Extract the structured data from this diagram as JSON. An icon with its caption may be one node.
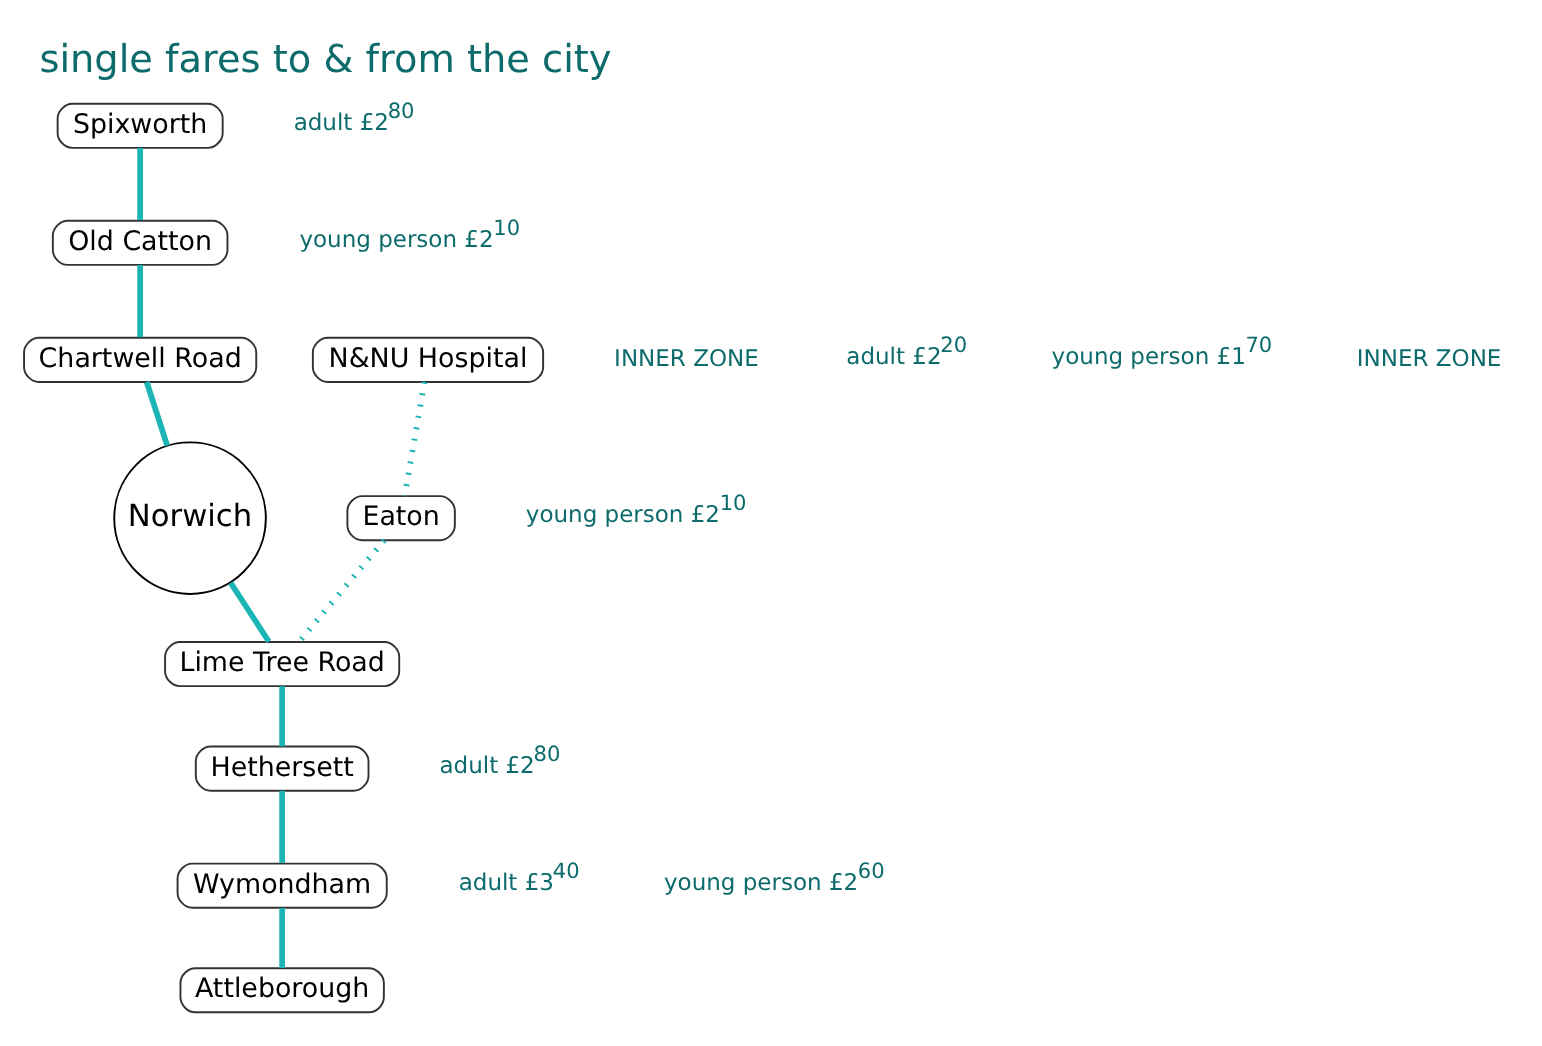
{
  "diagram": {
    "title": "single fares to & from the city",
    "nodes": [
      {
        "text": [
          "Spixworth"
        ]
      },
      {
        "text": [
          "Old Catton"
        ]
      },
      {
        "text": [
          "Chartwell Road"
        ]
      },
      {
        "text": [
          "Norwich"
        ]
      },
      {
        "text": [
          "N&NU Hospital"
        ]
      },
      {
        "text": [
          "Lime Tree Road"
        ]
      },
      {
        "text": [
          "Eaton"
        ]
      },
      {
        "text": [
          "Hethersett"
        ]
      },
      {
        "text": [
          "Wymondham"
        ]
      },
      {
        "text": [
          "Attleborough"
        ]
      }
    ],
    "edges": [
      {
        "from": 0,
        "to": 1,
        "arrow": "none"
      },
      {
        "from": 1,
        "to": 2,
        "arrow": "none"
      },
      {
        "from": 2,
        "to": 3,
        "arrow": "none"
      },
      {
        "from": 3,
        "to": 5,
        "arrow": "none"
      },
      {
        "from": 5,
        "to": 7,
        "arrow": "none"
      },
      {
        "from": 7,
        "to": 8,
        "arrow": "none"
      },
      {
        "from": 8,
        "to": 9,
        "arrow": "none"
      },
      {
        "from": 4,
        "to": 6,
        "arrow": "none",
        "style": "dashed"
      },
      {
        "from": 6,
        "to": 5,
        "arrow": "none",
        "style": "dashed"
      }
    ],
    "labels": [
      "adult £2$^{80}$",
      "young person £2$^{10}$",
      "INNER ZONE",
      "adult £2$^{20}$",
      "young person £1$^{70}$",
      "INNER ZONE",
      "adult £2$^{80}$",
      "young person £2$^{10}$",
      "adult £3$^{40}$",
      "young person £2$^{60}$"
    ]
  }
}
